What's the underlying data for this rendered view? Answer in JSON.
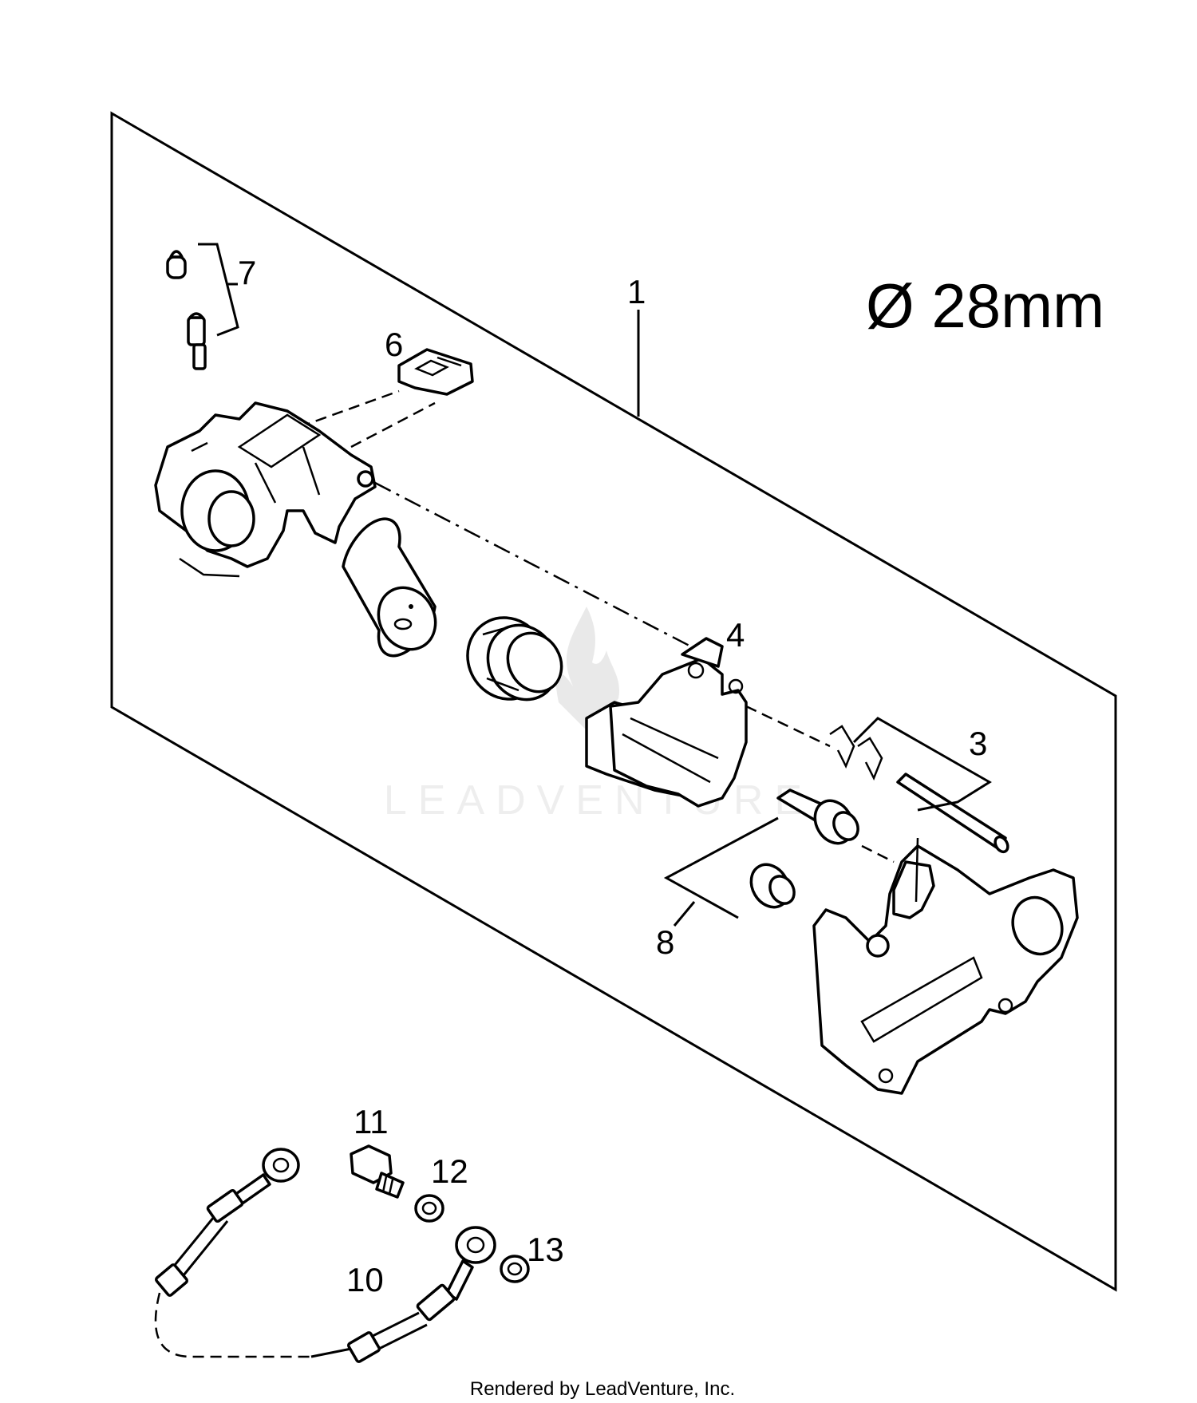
{
  "diagram": {
    "spec_label": "Ø 28mm",
    "watermark": "LEADVENTURE",
    "footer": "Rendered by LeadVenture, Inc.",
    "callouts": [
      "1",
      "3",
      "4",
      "6",
      "7",
      "8",
      "10",
      "11",
      "12",
      "13"
    ]
  }
}
